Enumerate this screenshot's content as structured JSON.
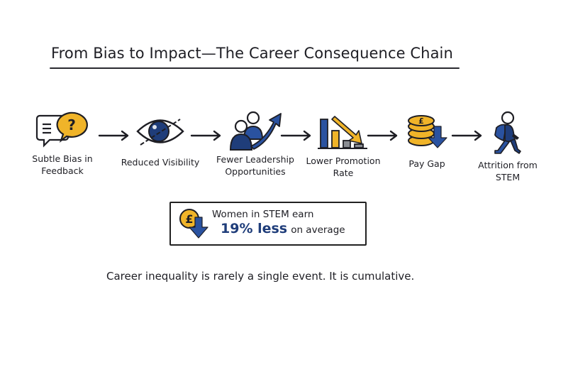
{
  "title": "From Bias to Impact—The Career Consequence Chain",
  "colors": {
    "navy": "#1f3d7a",
    "blue": "#2a52a0",
    "gold": "#f0b429",
    "gray": "#8a8d93",
    "ink": "#1e1e24"
  },
  "steps": [
    {
      "label_line1": "Subtle Bias in",
      "label_line2": "Feedback",
      "icon": "speech-bubble-question-icon"
    },
    {
      "label_line1": "Reduced Visibility",
      "label_line2": "",
      "icon": "crossed-eye-icon"
    },
    {
      "label_line1": "Fewer Leadership",
      "label_line2": "Opportunities",
      "icon": "people-rising-arrow-icon"
    },
    {
      "label_line1": "Lower Promotion",
      "label_line2": "Rate",
      "icon": "declining-bar-chart-icon"
    },
    {
      "label_line1": "Pay Gap",
      "label_line2": "",
      "icon": "coins-down-arrow-icon"
    },
    {
      "label_line1": "Attrition from",
      "label_line2": "STEM",
      "icon": "walking-person-icon"
    }
  ],
  "callout": {
    "line1": "Women in STEM earn",
    "highlight": "19% less",
    "rest": "on average",
    "icon": "pound-coin-down-icon"
  },
  "footer": "Career inequality is rarely a single event. It is cumulative."
}
